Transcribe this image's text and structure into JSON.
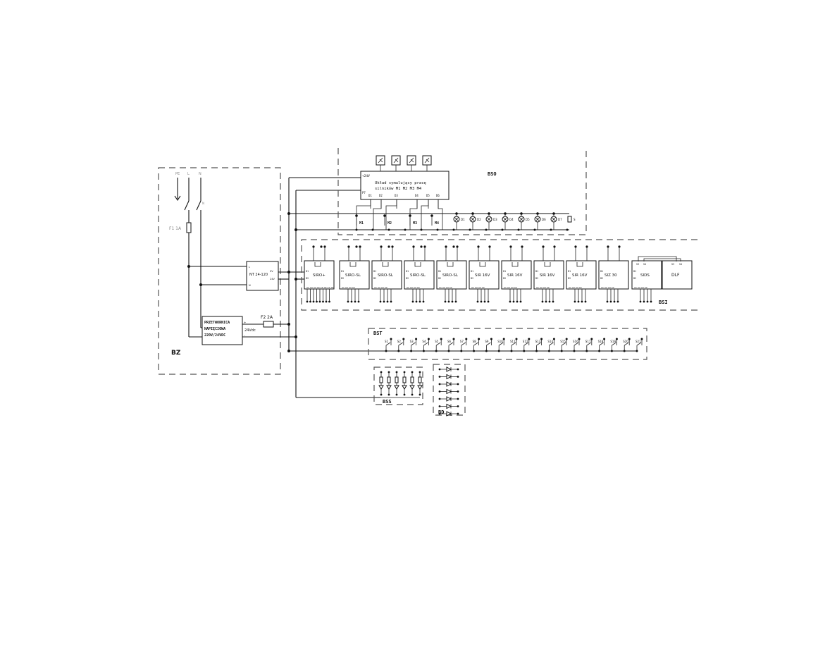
{
  "bz": {
    "label": "BZ",
    "supply_terminals": [
      "PE",
      "L",
      "N"
    ],
    "fuse_f1": "F1 1A",
    "nt_label": "NT 24-120",
    "nt_in": [
      "L",
      "N"
    ],
    "nt_out": [
      "0V",
      "24V"
    ],
    "converter_lines": [
      "PRZETWORNICA",
      "NAPIĘCIOWA",
      "220V/24VDC"
    ],
    "converter_pins": [
      "+",
      "-"
    ],
    "fuse_f2": "F2 2A",
    "out_voltage": "24Vdc"
  },
  "bso": {
    "label": "BSO",
    "voltage": "+24V",
    "title_lines": [
      "Układ symulujący pracę",
      "silników M1 M2 M3 M4"
    ],
    "in_pin": "P7",
    "outputs": [
      "D1",
      "D2",
      "D3",
      "D4",
      "D5",
      "D6"
    ],
    "motors": [
      "M1",
      "M2",
      "M3",
      "M4"
    ],
    "lamps": [
      "D1",
      "D2",
      "D3",
      "D4",
      "D5",
      "D6",
      "D7"
    ],
    "buzzer": "S"
  },
  "bsi": {
    "label": "BSI",
    "modules": [
      "SIRO+",
      "SIRO-SL",
      "SIRO-SL",
      "SIRO-SL",
      "SIRO-SL",
      "SIR 16V",
      "SIR 16V",
      "SIR 16V",
      "SIR 16V",
      "SIZ 30",
      "SIDS",
      "DLF"
    ],
    "input_pins": [
      "B1",
      "B2"
    ],
    "term_rows": [
      "A1 A2 A3 A4 A5 A6 A7 A8",
      "A1 A2 A3 A4",
      "A1 A2 A3 A4",
      "A1 A2 A3 A4",
      "A1 A2 A3 A4",
      "A1 A2 A3 A4",
      "A1 A2 A3 A4",
      "A1 A2 A3 A4",
      "A1 A2 A3 A4",
      "A1 A2 A3 A4",
      "A1 A2 A3 A4"
    ],
    "sids_top": [
      "S3",
      "S4"
    ],
    "dlf_top": [
      "S3",
      "S4"
    ]
  },
  "bst": {
    "label": "BST",
    "switches": [
      "S1",
      "S2",
      "S3",
      "S4",
      "S5",
      "S6",
      "S7",
      "S8",
      "S9",
      "S10",
      "S11",
      "S12",
      "S13",
      "S14",
      "S15",
      "S16",
      "S17",
      "S18",
      "S19",
      "S20",
      "S21"
    ]
  },
  "bss": {
    "label": "BSS"
  },
  "bd": {
    "label": "BD"
  }
}
